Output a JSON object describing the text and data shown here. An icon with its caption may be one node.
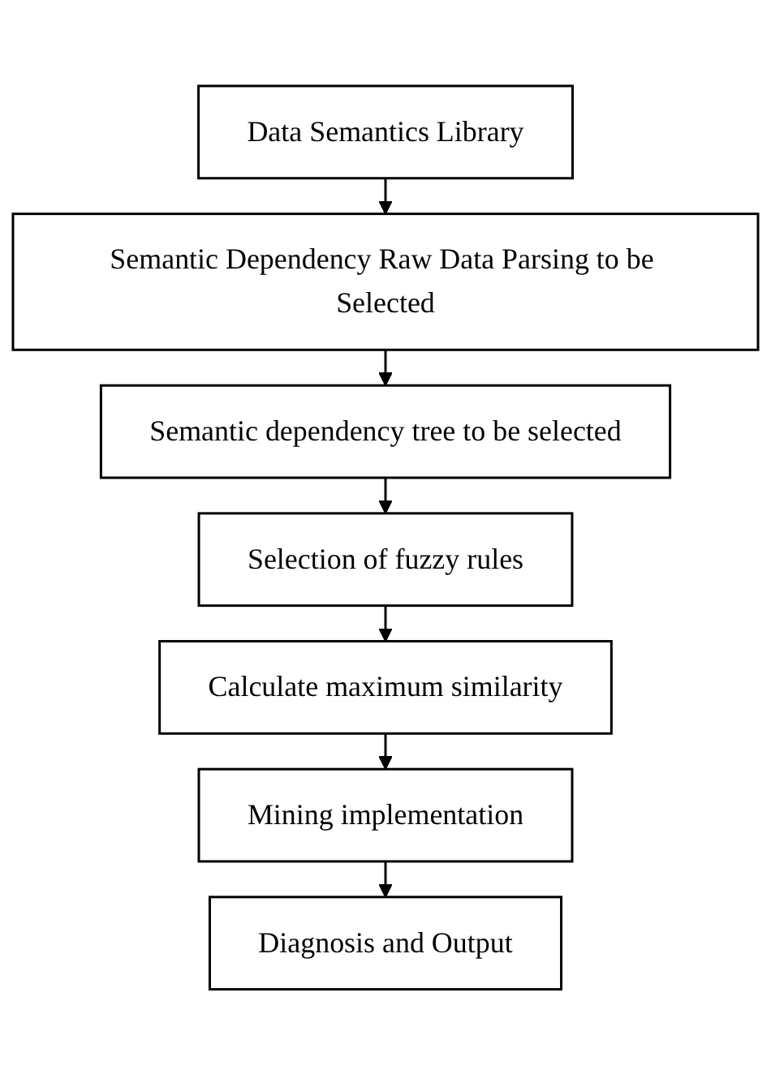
{
  "diagram": {
    "nodes": [
      {
        "text": [
          "Data Semantics Library"
        ]
      },
      {
        "text": [
          "Semantic Dependency Raw Data Parsing to be Selected"
        ]
      },
      {
        "text": [
          "Semantic dependency tree to be selected"
        ]
      },
      {
        "text": [
          "Selection of fuzzy rules"
        ]
      },
      {
        "text": [
          "Calculate maximum similarity"
        ]
      },
      {
        "text": [
          "Mining implementation"
        ]
      },
      {
        "text": [
          "Diagnosis and Output"
        ]
      }
    ],
    "edges": [
      {
        "from": 0,
        "to": 1,
        "arrow": "to"
      },
      {
        "from": 1,
        "to": 2,
        "arrow": "to"
      },
      {
        "from": 2,
        "to": 3,
        "arrow": "to"
      },
      {
        "from": 3,
        "to": 4,
        "arrow": "to"
      },
      {
        "from": 4,
        "to": 5,
        "arrow": "to"
      },
      {
        "from": 5,
        "to": 6,
        "arrow": "to"
      }
    ]
  }
}
